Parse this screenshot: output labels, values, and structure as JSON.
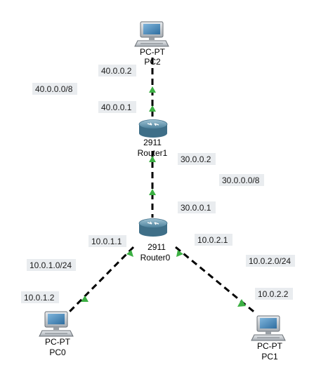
{
  "colors": {
    "link_up": "#3cb043",
    "router_body": "#4a7f9a",
    "pc_screen": "#3f7fb0"
  },
  "devices": {
    "pc2": {
      "model": "PC-PT",
      "name": "PC2",
      "icon": "pc-icon"
    },
    "router1": {
      "model": "2911",
      "name": "Router1",
      "icon": "router-icon"
    },
    "router0": {
      "model": "2911",
      "name": "Router0",
      "icon": "router-icon"
    },
    "pc0": {
      "model": "PC-PT",
      "name": "PC0",
      "icon": "pc-icon"
    },
    "pc1": {
      "model": "PC-PT",
      "name": "PC1",
      "icon": "pc-icon"
    }
  },
  "labels": {
    "pc2_ip": "40.0.0.2",
    "net_40": "40.0.0.0/8",
    "r1_ip_40": "40.0.0.1",
    "r1_ip_30": "30.0.0.2",
    "net_30": "30.0.0.0/8",
    "r0_ip_30": "30.0.0.1",
    "r0_ip_10_1": "10.0.1.1",
    "r0_ip_10_2": "10.0.2.1",
    "net_10_1": "10.0.1.0/24",
    "net_10_2": "10.0.2.0/24",
    "pc0_ip": "10.0.1.2",
    "pc1_ip": "10.0.2.2"
  }
}
